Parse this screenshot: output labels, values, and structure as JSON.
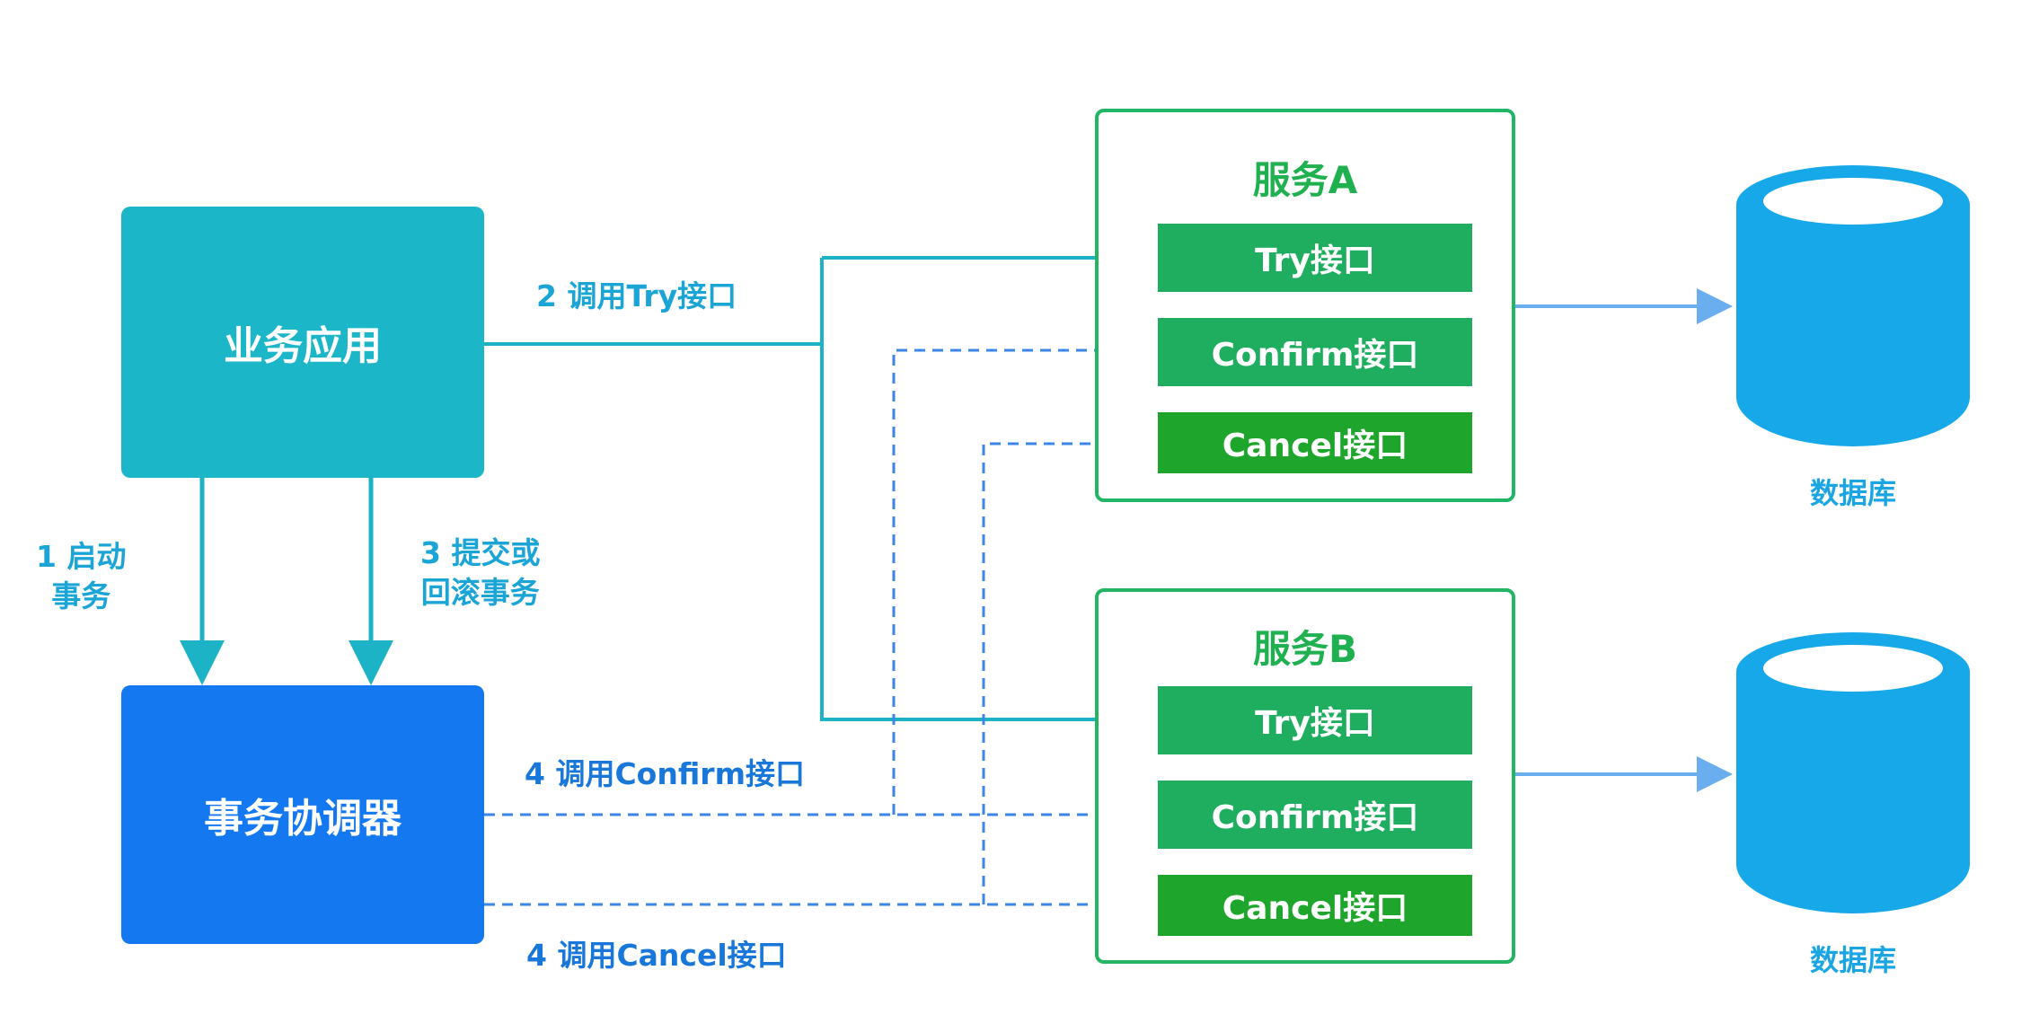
{
  "app": {
    "label": "业务应用",
    "color": "#1bb6c8"
  },
  "coordinator": {
    "label": "事务协调器",
    "color": "#1478f0"
  },
  "arrows": {
    "start_tx": [
      "1 启动",
      "事务"
    ],
    "commit_rollback": [
      "3 提交或",
      "回滚事务"
    ],
    "call_try": "2 调用Try接口",
    "call_confirm": "4 调用Confirm接口",
    "call_cancel": "4 调用Cancel接口"
  },
  "services": [
    {
      "title": "服务A",
      "interfaces": {
        "try": "Try接口",
        "confirm": "Confirm接口",
        "cancel": "Cancel接口"
      },
      "database": "数据库"
    },
    {
      "title": "服务B",
      "interfaces": {
        "try": "Try接口",
        "confirm": "Confirm接口",
        "cancel": "Cancel接口"
      },
      "database": "数据库"
    }
  ],
  "colors": {
    "service_border": "#22b564",
    "interface_green": "#1fae60",
    "cancel_green": "#1ea52b",
    "try_line": "#1cb3c6",
    "dashed_line": "#3b86e6",
    "database": "#17a8ea"
  },
  "icons": {
    "database": "database-cylinder-icon"
  }
}
